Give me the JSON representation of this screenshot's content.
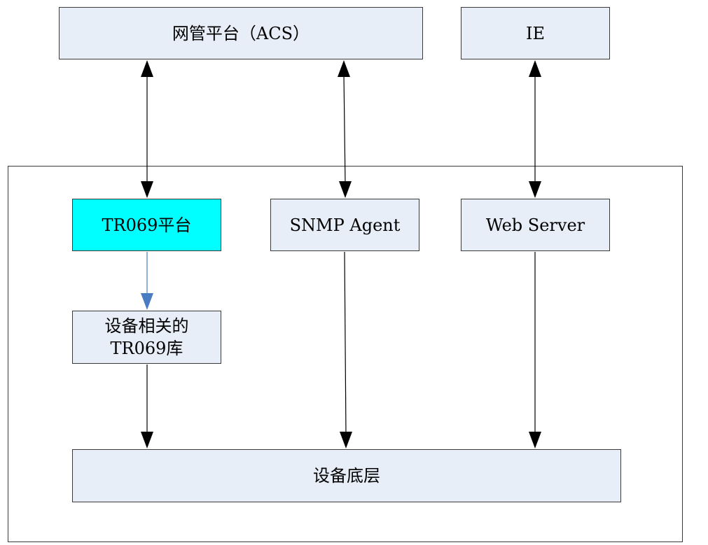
{
  "boxes": {
    "acs": {
      "label": "网管平台（ACS）"
    },
    "ie": {
      "label": "IE"
    },
    "tr069_platform": {
      "label": "TR069平台"
    },
    "snmp_agent": {
      "label": "SNMP Agent"
    },
    "web_server": {
      "label": "Web Server"
    },
    "tr069_library": {
      "label": "设备相关的\nTR069库"
    },
    "device_layer": {
      "label": "设备底层"
    }
  },
  "colors": {
    "box_fill": "#e8eef8",
    "highlight_fill": "#00ffff",
    "border": "#3a3a3a",
    "arrow": "#000000",
    "blue_arrow": "#4a7cc4"
  },
  "connectors": [
    {
      "from": "acs",
      "to": "tr069_platform",
      "style": "bidirectional"
    },
    {
      "from": "acs",
      "to": "snmp_agent",
      "style": "bidirectional"
    },
    {
      "from": "ie",
      "to": "web_server",
      "style": "bidirectional"
    },
    {
      "from": "tr069_platform",
      "to": "tr069_library",
      "style": "blue-directed"
    },
    {
      "from": "tr069_library",
      "to": "device_layer",
      "style": "directed"
    },
    {
      "from": "snmp_agent",
      "to": "device_layer",
      "style": "directed"
    },
    {
      "from": "web_server",
      "to": "device_layer",
      "style": "directed"
    }
  ]
}
